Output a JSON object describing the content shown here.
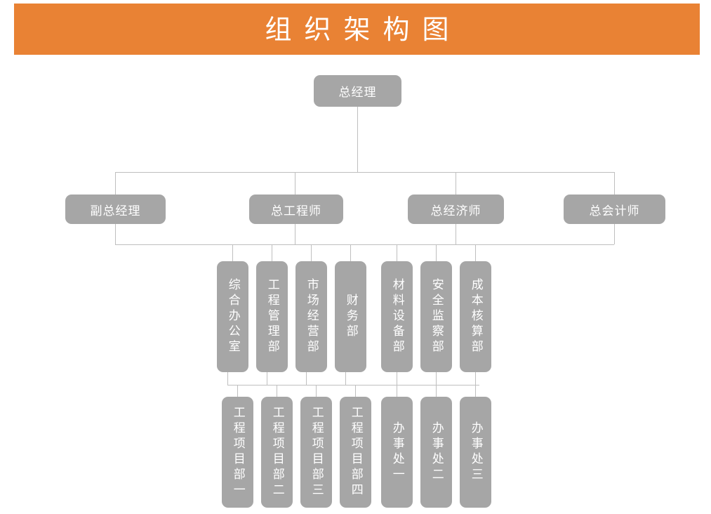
{
  "header": {
    "title": "组织架构图",
    "background_color": "#E98234",
    "text_color": "#FFFFFF"
  },
  "theme": {
    "node_color": "#A6A6A6",
    "node_text_color": "#FFFFFF",
    "connector_color": "#BFBFBF",
    "page_background": "#FFFFFF"
  },
  "chart_data": {
    "type": "diagram",
    "title": "组织架构图",
    "orientation": "top-down",
    "levels": [
      {
        "level": 1,
        "name": "executive-top",
        "nodes": [
          {
            "id": "gm",
            "label": "总经理"
          }
        ]
      },
      {
        "level": 2,
        "name": "executives",
        "nodes": [
          {
            "id": "deputy-gm",
            "label": "副总经理"
          },
          {
            "id": "chief-engineer",
            "label": "总工程师"
          },
          {
            "id": "chief-economist",
            "label": "总经济师"
          },
          {
            "id": "chief-accountant",
            "label": "总会计师"
          }
        ]
      },
      {
        "level": 3,
        "name": "departments",
        "nodes": [
          {
            "id": "general-office",
            "label": "综合办公室"
          },
          {
            "id": "engineering-management",
            "label": "工程管理部"
          },
          {
            "id": "market-operations",
            "label": "市场经营部"
          },
          {
            "id": "finance",
            "label": "财务部"
          },
          {
            "id": "material-equipment",
            "label": "材料设备部"
          },
          {
            "id": "safety-supervision",
            "label": "安全监察部"
          },
          {
            "id": "cost-accounting",
            "label": "成本核算部"
          }
        ]
      },
      {
        "level": 4,
        "name": "units",
        "nodes": [
          {
            "id": "project-dept-1",
            "label": "工程项目部一"
          },
          {
            "id": "project-dept-2",
            "label": "工程项目部二"
          },
          {
            "id": "project-dept-3",
            "label": "工程项目部三"
          },
          {
            "id": "project-dept-4",
            "label": "工程项目部四"
          },
          {
            "id": "office-1",
            "label": "办事处一"
          },
          {
            "id": "office-2",
            "label": "办事处二"
          },
          {
            "id": "office-3",
            "label": "办事处三"
          }
        ]
      }
    ]
  }
}
